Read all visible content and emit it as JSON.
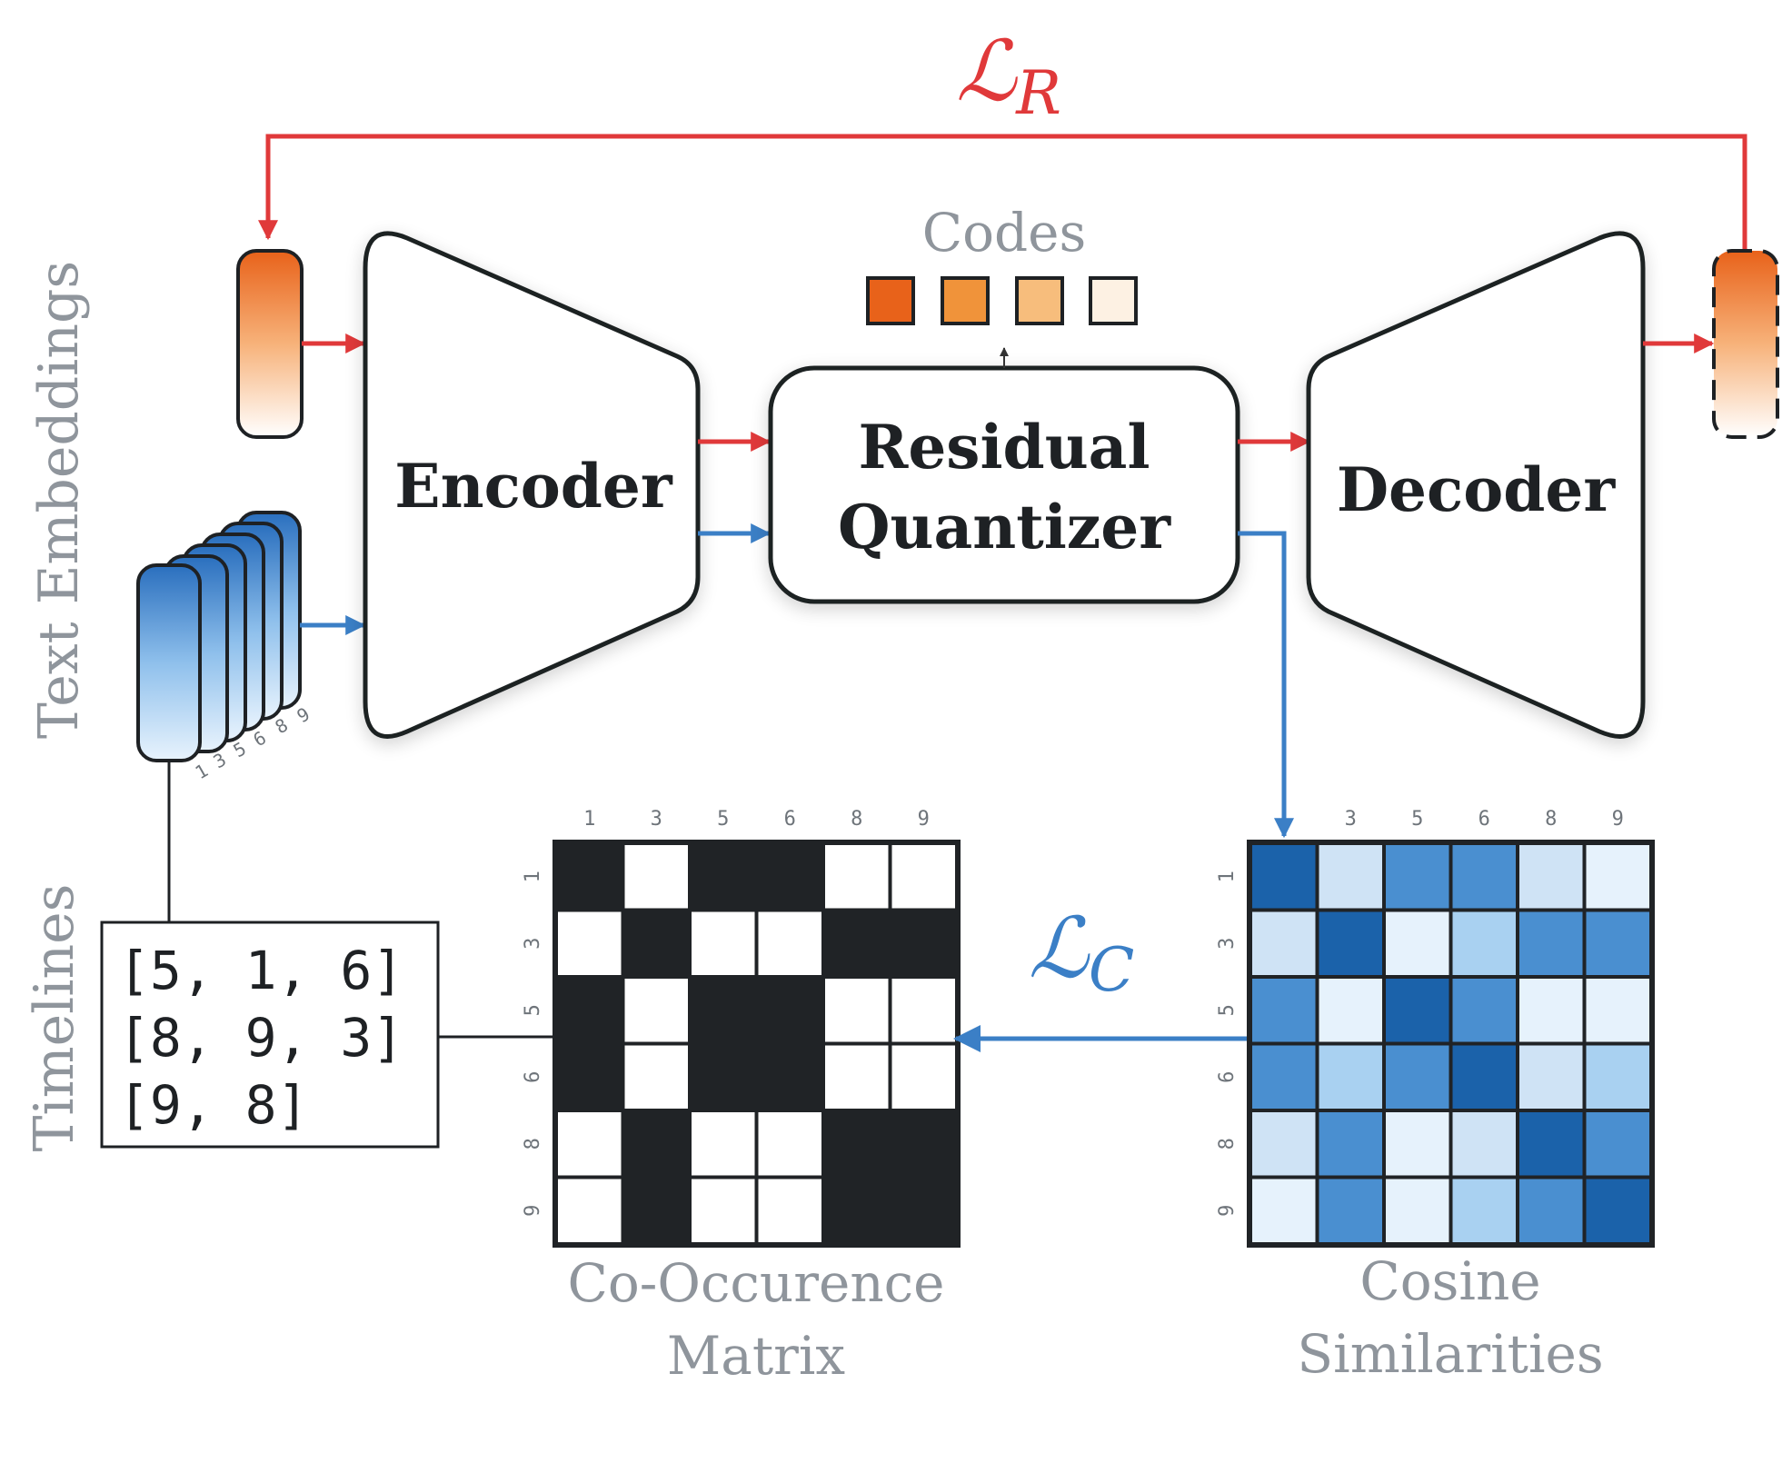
{
  "labels": {
    "loss_reconstruction": {
      "symbol": "ℒ",
      "subscript": "R"
    },
    "loss_contrastive": {
      "symbol": "ℒ",
      "subscript": "C"
    },
    "text_embeddings": "Text Embeddings",
    "timelines": "Timelines",
    "codes": "Codes",
    "encoder": "Encoder",
    "quantizer_line1": "Residual",
    "quantizer_line2": "Quantizer",
    "decoder": "Decoder",
    "cooccurrence_line1": "Co-Occurence",
    "cooccurrence_line2": "Matrix",
    "cosine_line1": "Cosine",
    "cosine_line2": "Similarities"
  },
  "timelines": [
    "[5, 1, 6]",
    "[8, 9, 3]",
    "[9, 8]"
  ],
  "stack_labels": [
    "1",
    "3",
    "5",
    "6",
    "8",
    "9"
  ],
  "cooccurrence": {
    "col_labels": [
      "1",
      "3",
      "5",
      "6",
      "8",
      "9"
    ],
    "row_labels": [
      "1",
      "3",
      "5",
      "6",
      "8",
      "9"
    ],
    "cells": [
      [
        1,
        0,
        1,
        1,
        0,
        0
      ],
      [
        0,
        1,
        0,
        0,
        1,
        1
      ],
      [
        1,
        0,
        1,
        1,
        0,
        0
      ],
      [
        1,
        0,
        1,
        1,
        0,
        0
      ],
      [
        0,
        1,
        0,
        0,
        1,
        1
      ],
      [
        0,
        1,
        0,
        0,
        1,
        1
      ]
    ]
  },
  "cosine": {
    "col_labels": [
      "3",
      "5",
      "6",
      "8",
      "9"
    ],
    "row_labels": [
      "1",
      "3",
      "5",
      "6",
      "8",
      "9"
    ],
    "levels": [
      [
        4,
        1,
        3,
        3,
        1,
        0
      ],
      [
        1,
        4,
        0,
        2,
        3,
        3
      ],
      [
        3,
        0,
        4,
        3,
        0,
        0
      ],
      [
        3,
        2,
        3,
        4,
        1,
        2
      ],
      [
        1,
        3,
        0,
        1,
        4,
        3
      ],
      [
        0,
        3,
        0,
        2,
        3,
        4
      ]
    ]
  },
  "colors": {
    "red_arrow": "#e0393a",
    "blue_arrow": "#3b7fc6",
    "code_squares": [
      "#e8621a",
      "#f0933a",
      "#f7bd7c",
      "#fdf1e3"
    ],
    "blue_scale": [
      "#e6f2fc",
      "#cfe3f5",
      "#a9d1f1",
      "#4a8fd0",
      "#1b62aa"
    ],
    "cooccur_on": "#202326",
    "cooccur_off": "#ffffff"
  }
}
